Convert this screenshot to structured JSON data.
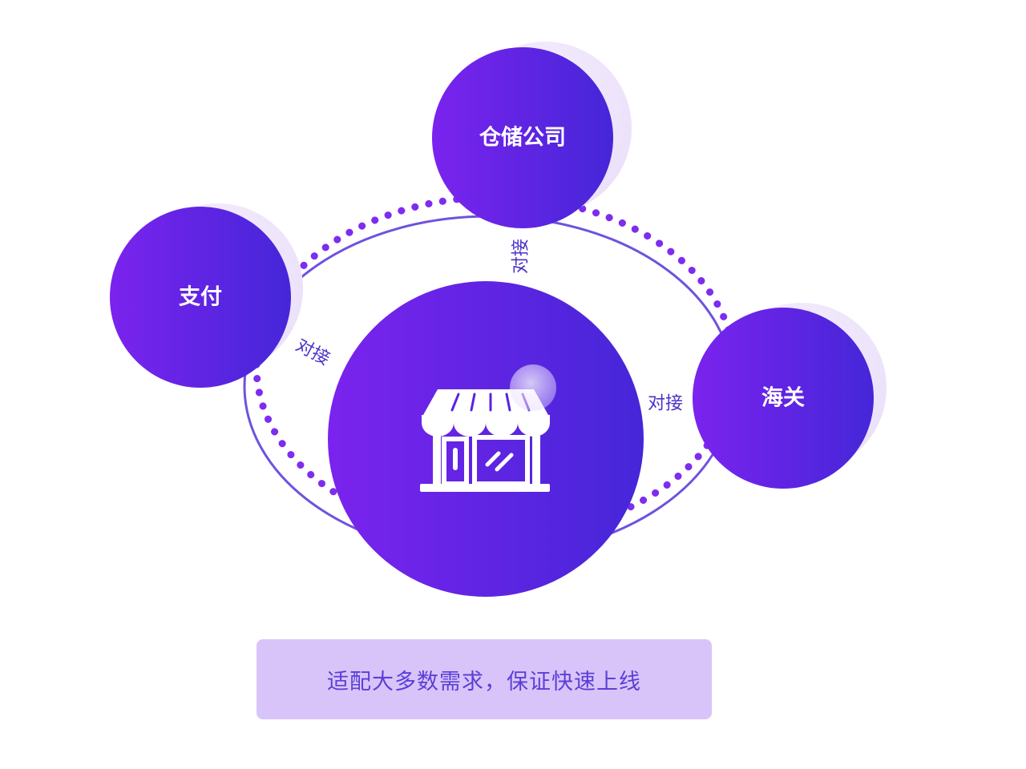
{
  "colors": {
    "gradient_start": "#7b23ee",
    "gradient_end": "#4526d8",
    "dotted_ring": "#7d2cf0",
    "solid_ring": "#6e52de",
    "halo": "#efe6fb",
    "edge_label": "#4a33c9",
    "caption_bg": "#d9c4fa",
    "caption_text": "#5a3fd6",
    "icon": "#ffffff"
  },
  "nodes": {
    "warehouse": {
      "label": "仓储公司"
    },
    "payment": {
      "label": "支付"
    },
    "customs": {
      "label": "海关"
    },
    "store": {
      "icon": "storefront-icon"
    }
  },
  "edges": {
    "warehouse_store": {
      "label": "对接"
    },
    "payment_store": {
      "label": "对接"
    },
    "customs_store": {
      "label": "对接"
    }
  },
  "caption": {
    "text": "适配大多数需求，保证快速上线"
  }
}
